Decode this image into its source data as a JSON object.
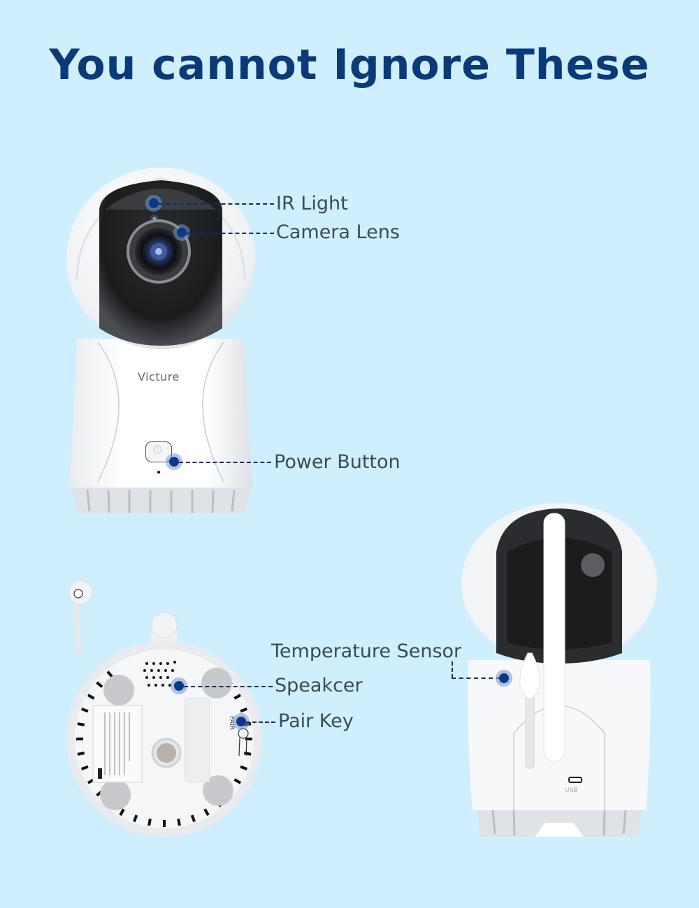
{
  "headline": {
    "text": "You cannot Ignore These",
    "color": "#0b3a78"
  },
  "background_color": "#cfeffe",
  "front_camera": {
    "brand": "Victure",
    "callouts": [
      {
        "id": "ir-light",
        "label": "IR Light"
      },
      {
        "id": "camera-lens",
        "label": "Camera Lens"
      },
      {
        "id": "power-button",
        "label": "Power Button"
      }
    ]
  },
  "bottom_view": {
    "pair_marking": "PAIR",
    "callouts": [
      {
        "id": "speaker",
        "label": "Speakcer"
      },
      {
        "id": "pair-key",
        "label": "Pair Key"
      }
    ]
  },
  "back_view": {
    "port_marking": "USB",
    "callouts": [
      {
        "id": "temperature-sensor",
        "label": "Temperature Sensor"
      }
    ]
  },
  "leader_color": "#0d2e6b",
  "dot_color": "#0a3a87"
}
